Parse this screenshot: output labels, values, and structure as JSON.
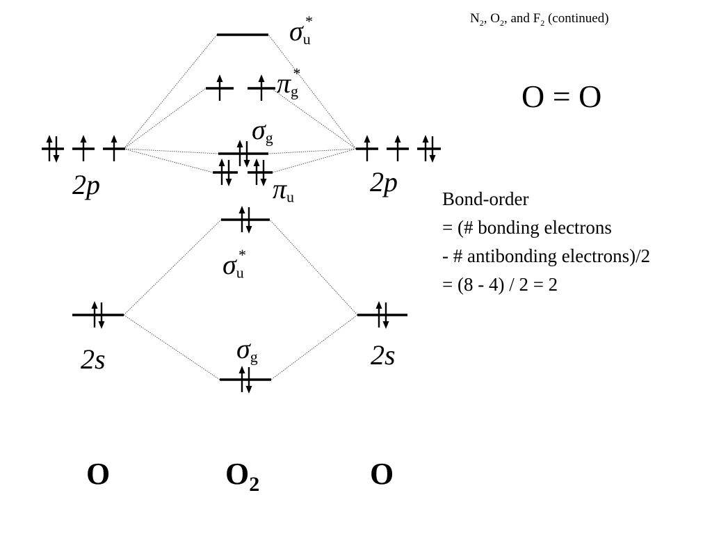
{
  "header": {
    "prefix": "N",
    "n_sub": "2",
    "sep1": ", O",
    "o_sub": "2",
    "sep2": ", and F",
    "f_sub": "2",
    "suffix": " (continued)"
  },
  "formula": "O = O",
  "bond_order": {
    "line1": "Bond-order",
    "line2": "= (# bonding electrons",
    "line3": "- # antibonding electrons)/2",
    "line4": "= (8 - 4) / 2 = 2"
  },
  "atoms": {
    "left": "O",
    "molecule_base": "O",
    "molecule_sub": "2",
    "right": "O"
  },
  "ao_labels": {
    "left_2p": "2p",
    "right_2p": "2p",
    "left_2s": "2s",
    "right_2s": "2s"
  },
  "mo_labels": {
    "sigma_u_star": {
      "sym": "σ",
      "sub": "u",
      "sup": "*"
    },
    "pi_g_star": {
      "sym": "π",
      "sub": "g",
      "sup": "*"
    },
    "sigma_g_2p": {
      "sym": "σ",
      "sub": "g"
    },
    "pi_u": {
      "sym": "π",
      "sub": "u"
    },
    "sigma_u_star_2s": {
      "sym": "σ",
      "sub": "u",
      "sup": "*"
    },
    "sigma_g_2s": {
      "sym": "σ",
      "sub": "g"
    }
  },
  "occupancy": {
    "left_2p": [
      2,
      1,
      1
    ],
    "right_2p": [
      1,
      1,
      2
    ],
    "left_2s": 2,
    "right_2s": 2,
    "sigma_u_star_2p": 0,
    "pi_g_star": [
      1,
      1
    ],
    "sigma_g_2p": 2,
    "pi_u": [
      2,
      2
    ],
    "sigma_u_star_2s": 2,
    "sigma_g_2s": 2
  }
}
